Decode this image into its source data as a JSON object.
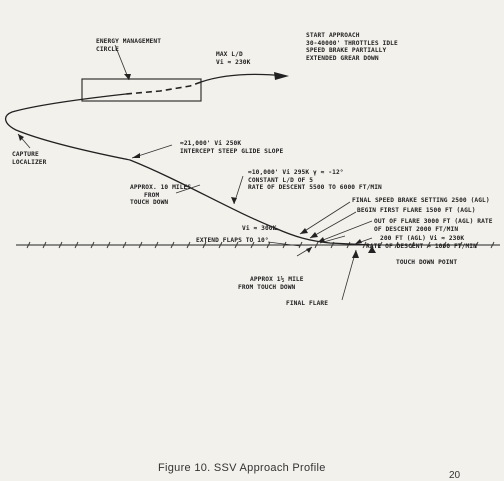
{
  "labels": {
    "energy_mgmt": [
      "ENERGY MANAGEMENT",
      "CIRCLE"
    ],
    "start_approach": [
      "START APPROACH",
      "30-40000' THROTTLES IDLE",
      "SPEED BRAKE PARTIALLY",
      "EXTENDED GREAR DOWN"
    ],
    "max_ld": [
      "MAX L/D",
      "Vi ≈ 230K"
    ],
    "capture_localizer": [
      "CAPTURE",
      "LOCALIZER"
    ],
    "glide_slope": [
      "≈21,000' Vi 250K",
      "INTERCEPT STEEP GLIDE SLOPE"
    ],
    "ten_miles": [
      "APPROX. 10 MILES",
      "FROM",
      "TOUCH DOWN"
    ],
    "ten_thousand": [
      "≈10,000' Vi 295K γ ≈ -12°",
      "CONSTANT L/D OF 5",
      "RATE OF DESCENT 5500 TO 6000 FT/MIN"
    ],
    "final_speed_brake": [
      "FINAL SPEED BRAKE SETTING 2500 (AGL)"
    ],
    "first_flare": [
      "BEGIN FIRST FLARE 1500 FT (AGL)"
    ],
    "out_of_flare": [
      "OUT OF FLARE 3000 FT (AGL) RATE",
      "OF DESCENT 2000 FT/MIN"
    ],
    "vi_300": [
      "Vi ≈ 300K"
    ],
    "two_hundred": [
      "200 FT (AGL) Vi ≈ 230K",
      "RATE OF DESCENT ≈ 1000 FT/MIN"
    ],
    "touch_down_point": [
      "TOUCH DOWN POINT"
    ],
    "extend_flaps": [
      "EXTEND FLAPS TO 10°"
    ],
    "half_mile": [
      "APPROX 1½ MILE",
      "FROM TOUCH DOWN"
    ],
    "final_flare": [
      "FINAL FLARE"
    ]
  },
  "caption": "Figure 10.  SSV Approach Profile",
  "page_number": "20"
}
